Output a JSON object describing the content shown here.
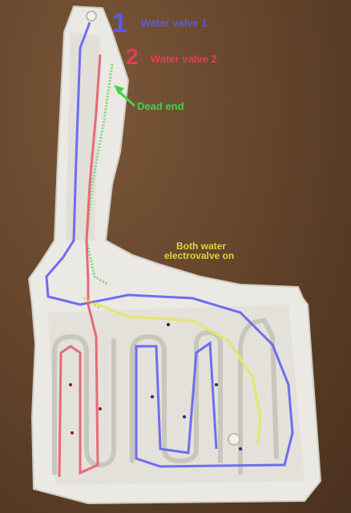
{
  "annotations": {
    "valve1": {
      "number": "1",
      "label": "Water valve 1",
      "color": "#5a5ae6"
    },
    "valve2": {
      "number": "2",
      "label": "Water valve 2",
      "color": "#e04050"
    },
    "dead_end": {
      "label": "Dead end",
      "color": "#48d048"
    },
    "both_on": {
      "line1": "Both water",
      "line2": "electrovalve on",
      "color": "#d8d83a"
    }
  },
  "colors": {
    "table_wood": "#6b4a30",
    "plastic": "#ecebe6",
    "channel_blue": "#6d6df2",
    "channel_red": "#e66a78",
    "channel_green": "#7ed67e",
    "channel_yellow": "#e6e66a"
  }
}
